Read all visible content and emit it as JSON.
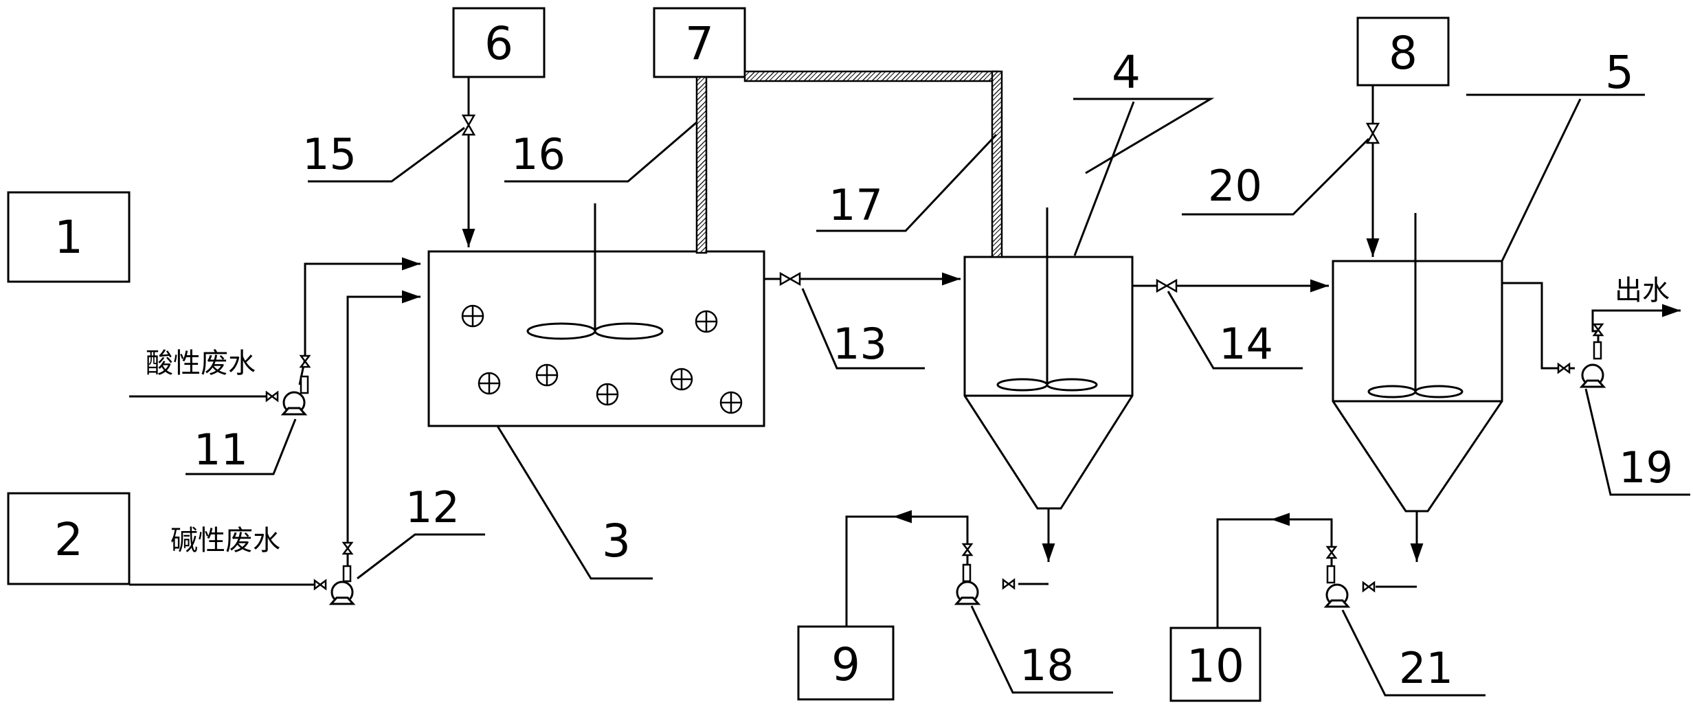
{
  "labels": {
    "n1": "1",
    "n2": "2",
    "n3": "3",
    "n4": "4",
    "n5": "5",
    "n6": "6",
    "n7": "7",
    "n8": "8",
    "n9": "9",
    "n10": "10",
    "n11": "11",
    "n12": "12",
    "n13": "13",
    "n14": "14",
    "n15": "15",
    "n16": "16",
    "n17": "17",
    "n18": "18",
    "n19": "19",
    "n20": "20",
    "n21": "21"
  },
  "text": {
    "acid": "酸性废水",
    "alkali": "碱性废水",
    "outlet": "出水"
  }
}
